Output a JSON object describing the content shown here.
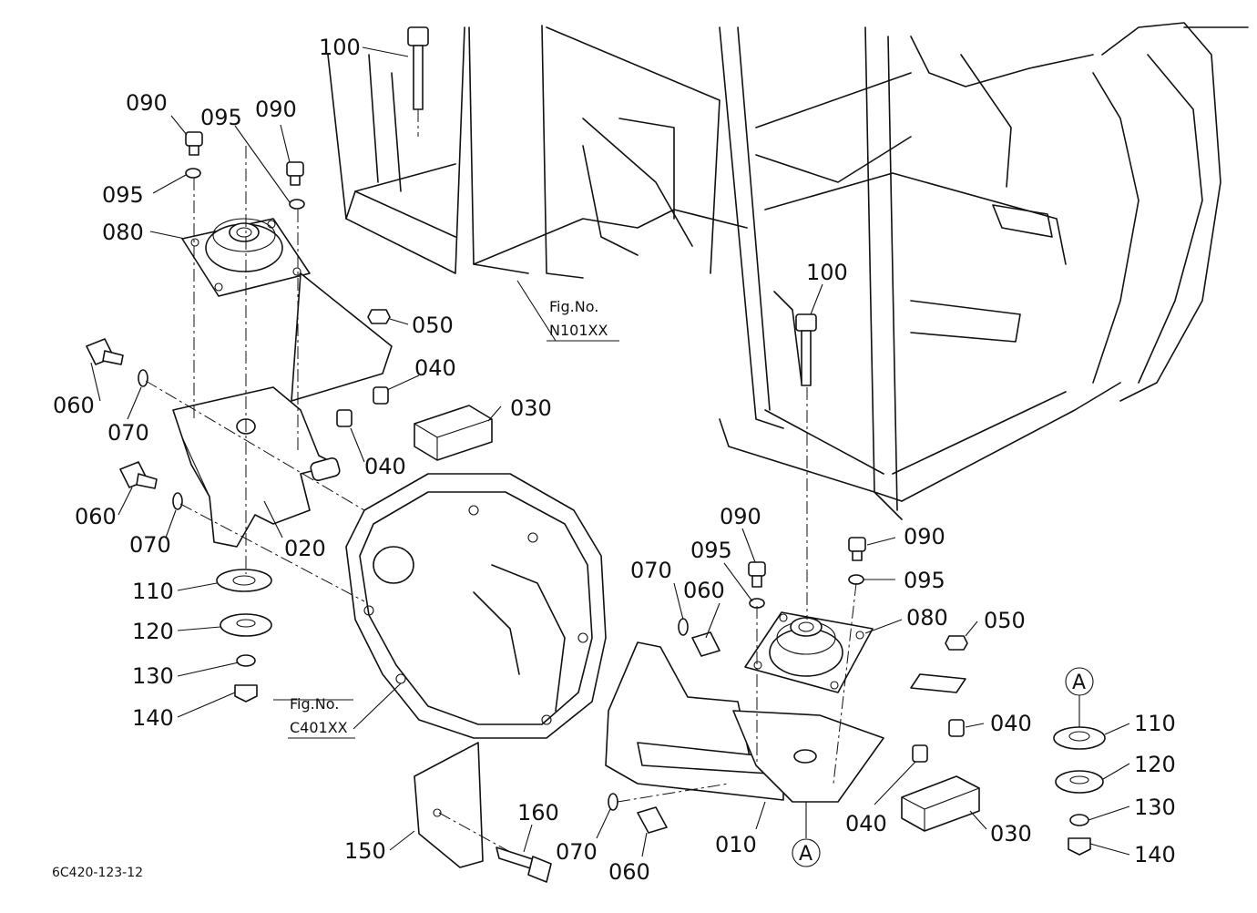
{
  "diagram": {
    "drawing_code": "6C420-123-12",
    "references": {
      "cabin": {
        "line1": "Fig.No.",
        "line2": "N101XX"
      },
      "transmission": {
        "line1": "Fig.No.",
        "line2": "C401XX"
      }
    },
    "view_marker": "A",
    "callouts": {
      "c100a": "100",
      "c090a": "090",
      "c095a": "095",
      "c090b": "090",
      "c095b": "095",
      "c080a": "080",
      "c050a": "050",
      "c040a": "040",
      "c030a": "030",
      "c040b": "040",
      "c060a": "060",
      "c070a": "070",
      "c060b": "060",
      "c070b": "070",
      "c020": "020",
      "c110a": "110",
      "c120a": "120",
      "c130a": "130",
      "c140a": "140",
      "c100b": "100",
      "c090c": "090",
      "c095c": "095",
      "c090d": "090",
      "c095d": "095",
      "c070c": "070",
      "c060c": "060",
      "c080b": "080",
      "c050b": "050",
      "c040c": "040",
      "c040d": "040",
      "c030b": "030",
      "c010": "010",
      "c150": "150",
      "c160": "160",
      "c070d": "070",
      "c060d": "060",
      "c110b": "110",
      "c120b": "120",
      "c130b": "130",
      "c140b": "140"
    }
  }
}
